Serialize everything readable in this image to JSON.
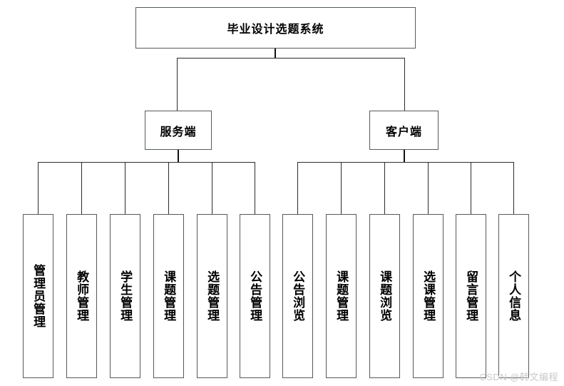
{
  "diagram": {
    "type": "function-tree",
    "title_node": {
      "label": "毕业设计选题系统"
    },
    "branches": [
      {
        "id": "server",
        "label": "服务端",
        "children": [
          {
            "label": "管理员管理"
          },
          {
            "label": "教师管理"
          },
          {
            "label": "学生管理"
          },
          {
            "label": "课题管理"
          },
          {
            "label": "选题管理"
          },
          {
            "label": "公告管理"
          }
        ]
      },
      {
        "id": "client",
        "label": "客户端",
        "children": [
          {
            "label": "公告浏览"
          },
          {
            "label": "课题管理"
          },
          {
            "label": "课题浏览"
          },
          {
            "label": "选课管理"
          },
          {
            "label": "留言管理"
          },
          {
            "label": "个人信息"
          }
        ]
      }
    ]
  },
  "watermark": {
    "text": "CSDN @韩文编程"
  },
  "colors": {
    "background": "#ffffff",
    "box_border": "#555a5e",
    "connector": "#2b2b2b",
    "text": "#000000",
    "watermark": "#c9c9c9"
  }
}
